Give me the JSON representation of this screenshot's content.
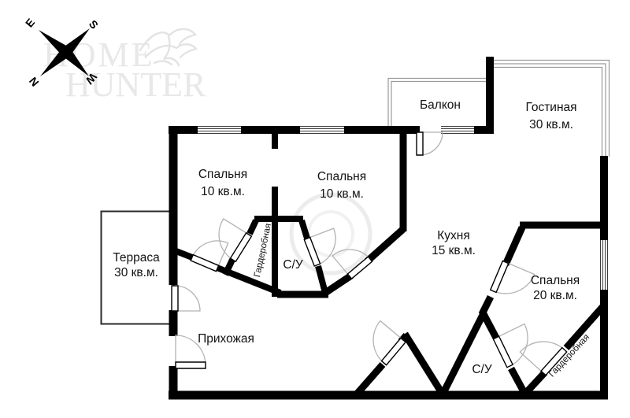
{
  "logo": {
    "line1": "HOME",
    "line2": "HUNTER"
  },
  "compass": {
    "east": "E",
    "south": "S",
    "north": "N",
    "west": "W"
  },
  "rooms": {
    "balcony": {
      "name": "Балкон"
    },
    "living": {
      "name": "Гостиная",
      "area": "30 кв.м."
    },
    "bedroom_left": {
      "name": "Спальня",
      "area": "10 кв.м."
    },
    "bedroom_mid": {
      "name": "Спальня",
      "area": "10 кв.м."
    },
    "kitchen": {
      "name": "Кухня",
      "area": "15 кв.м."
    },
    "bedroom_right": {
      "name": "Спальня",
      "area": "20 кв.м."
    },
    "terrace": {
      "name": "Терраса",
      "area": "30 кв.м."
    },
    "hallway": {
      "name": "Прихожая"
    },
    "bathroom_1": {
      "name": "С/У"
    },
    "bathroom_2": {
      "name": "С/У"
    },
    "wardrobe_1": {
      "name": "Гардеробная"
    },
    "wardrobe_2": {
      "name": "Гардеробная"
    }
  },
  "colors": {
    "wall": "#000000",
    "label": "#121212",
    "fan": "#b2b2b2",
    "glazing": "#9a9a9a",
    "window_line": "#3c3c3c",
    "watermark": "#e8e8e8",
    "background": "#ffffff"
  }
}
